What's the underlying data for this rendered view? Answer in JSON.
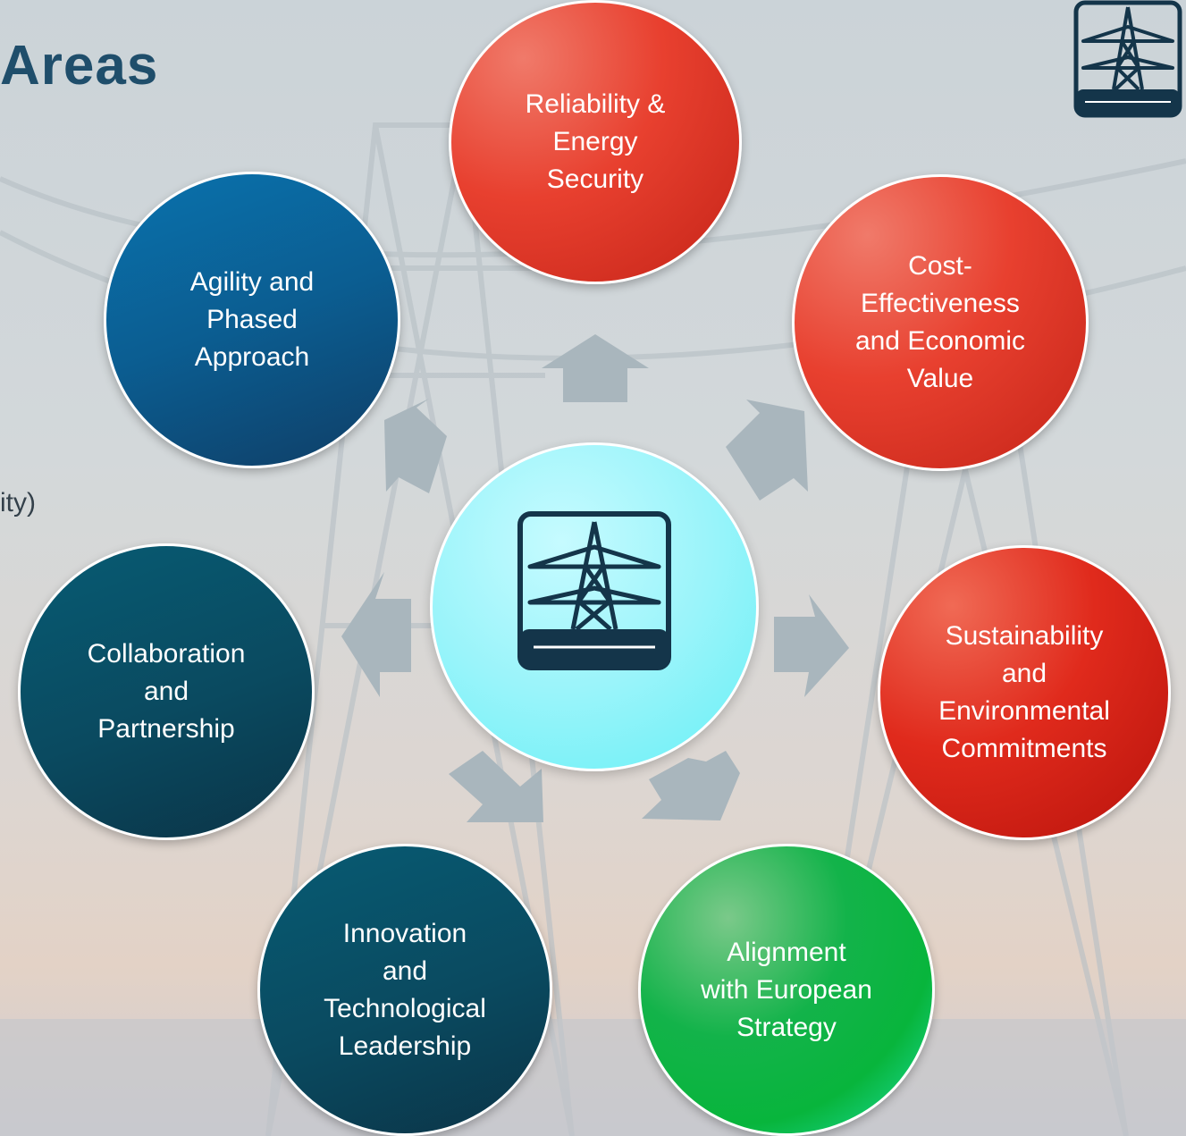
{
  "header": {
    "title_fragment": "Areas",
    "body_fragment": "ity)"
  },
  "icons": {
    "corner": "transmission-tower-icon",
    "center": "transmission-tower-icon"
  },
  "colors": {
    "red": "#e8402f",
    "blue": "#0b5d91",
    "teal": "#0a4a60",
    "green": "#08b53c",
    "center": "#9af4fa",
    "arrow": "#a9b6bd",
    "navy": "#14354a"
  },
  "nodes": [
    {
      "id": "reliability",
      "label": "Reliability &\nEnergy\nSecurity"
    },
    {
      "id": "cost",
      "label": "Cost-\nEffectiveness\nand Economic\nValue"
    },
    {
      "id": "sustainability",
      "label": "Sustainability\nand\nEnvironmental\nCommitments"
    },
    {
      "id": "alignment",
      "label": "Alignment\nwith European\nStrategy"
    },
    {
      "id": "innovation",
      "label": "Innovation\nand\nTechnological\nLeadership"
    },
    {
      "id": "collaboration",
      "label": "Collaboration\nand\nPartnership"
    },
    {
      "id": "agility",
      "label": "Agility and\nPhased\nApproach"
    }
  ]
}
